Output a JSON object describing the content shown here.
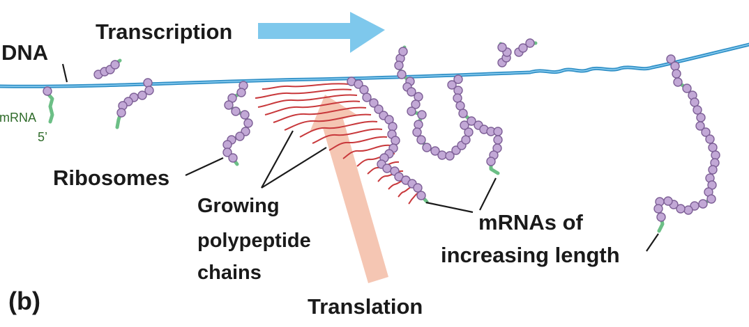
{
  "labels": {
    "dna": "DNA",
    "transcription": "Transcription",
    "mrna": "mRNA",
    "five_prime": "5’",
    "ribosomes": "Ribosomes",
    "growing_line1": "Growing",
    "growing_line2": "polypeptide",
    "growing_line3": "chains",
    "mrnas_line1": "mRNAs of",
    "mrnas_line2": "increasing length",
    "panel": "(b)",
    "translation": "Translation"
  },
  "colors": {
    "dna": "#3aa3dc",
    "mrna": "#6cbf86",
    "ribosome": "#c2a8d6",
    "ribosome_stroke": "#7d5f96",
    "polypeptide": "#c8383b",
    "transcription_arrow": "#7ec8ec",
    "translation_arrow": "#f5c6b3"
  }
}
